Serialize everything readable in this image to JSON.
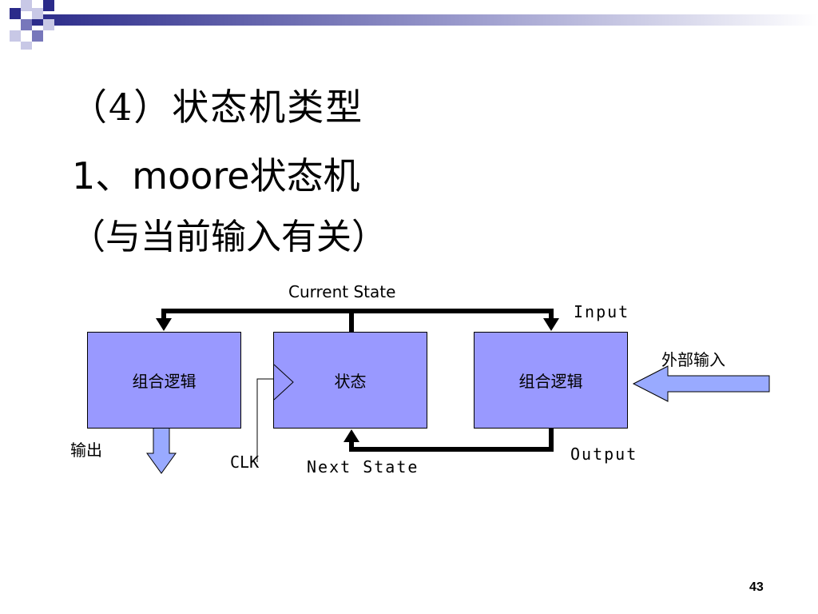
{
  "slide": {
    "title_lines": [
      "（4）状态机类型",
      "1、moore状态机",
      "（与当前输入有关）"
    ],
    "page_number": "43"
  },
  "diagram": {
    "blocks": {
      "left": "组合逻辑",
      "middle": "状态",
      "right": "组合逻辑"
    },
    "labels": {
      "current_state": "Current State",
      "input": "Input",
      "external_input": "外部输入",
      "output_cn": "输出",
      "clk": "CLK",
      "next_state": "Next State",
      "output": "Output"
    }
  },
  "colors": {
    "block_fill": "#9999ff",
    "arrow_fill": "#99aaff",
    "deco_dark": "#2b2b8a",
    "deco_mid": "#7777bb",
    "deco_light": "#c8c8e6"
  }
}
